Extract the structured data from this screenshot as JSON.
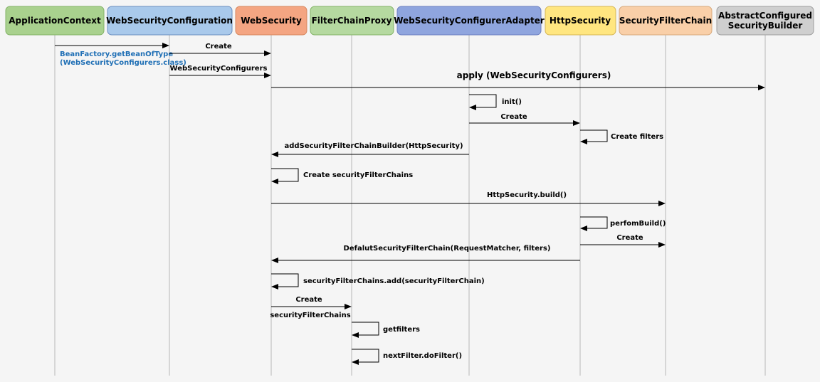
{
  "participants": [
    {
      "id": "ac",
      "lines": [
        "ApplicationContext"
      ],
      "fill": "#a9d18e",
      "stroke": "#82b366"
    },
    {
      "id": "wscf",
      "lines": [
        "WebSecurityConfiguration"
      ],
      "fill": "#a9c9eb",
      "stroke": "#6c8ebf"
    },
    {
      "id": "ws",
      "lines": [
        "WebSecurity"
      ],
      "fill": "#f4a582",
      "stroke": "#d6875f"
    },
    {
      "id": "fcp",
      "lines": [
        "FilterChainProxy"
      ],
      "fill": "#b5d9a0",
      "stroke": "#82b366"
    },
    {
      "id": "wsca",
      "lines": [
        "WebSecurityConfigurerAdapter"
      ],
      "fill": "#8fa5de",
      "stroke": "#6c7fc0"
    },
    {
      "id": "hs",
      "lines": [
        "HttpSecurity"
      ],
      "fill": "#ffe680",
      "stroke": "#d6b656"
    },
    {
      "id": "sfc",
      "lines": [
        "SecurityFilterChain"
      ],
      "fill": "#f9cfa8",
      "stroke": "#d7a97c"
    },
    {
      "id": "acsb",
      "lines": [
        "AbstractConfigured",
        "SecurityBuilder"
      ],
      "fill": "#cfcfcf",
      "stroke": "#9e9e9e"
    }
  ],
  "messages": [
    {
      "from": "ac",
      "to": "wscf",
      "label": [
        "BeanFactory.getBeanOfType",
        "(WebSecurityConfigurers.class)"
      ],
      "style": "blue",
      "labelPos": "below"
    },
    {
      "from": "wscf",
      "to": "ws",
      "label": [
        "Create"
      ]
    },
    {
      "from": "wscf",
      "to": "ws",
      "label": [
        "WebSecurityConfigurers"
      ]
    },
    {
      "from": "ws",
      "to": "acsb",
      "label": [
        "apply (WebSecurityConfigurers)"
      ],
      "style": "big"
    },
    {
      "from": "wsca",
      "to": "wsca",
      "label": [
        "init()"
      ]
    },
    {
      "from": "wsca",
      "to": "hs",
      "label": [
        "Create"
      ]
    },
    {
      "from": "hs",
      "to": "hs",
      "label": [
        "Create filters"
      ]
    },
    {
      "from": "wsca",
      "to": "ws",
      "label": [
        "addSecurityFilterChainBuilder(HttpSecurity)"
      ]
    },
    {
      "from": "ws",
      "to": "ws",
      "label": [
        "Create  securityFilterChains"
      ]
    },
    {
      "from": "ws",
      "to": "sfc",
      "label": [
        "HttpSecurity.build()"
      ]
    },
    {
      "from": "hs",
      "to": "hs",
      "label": [
        "perfomBuild()"
      ]
    },
    {
      "from": "hs",
      "to": "sfc",
      "label": [
        "Create"
      ]
    },
    {
      "from": "hs",
      "to": "ws",
      "label": [
        "DefalutSecurityFilterChain(RequestMatcher, filters)"
      ]
    },
    {
      "from": "ws",
      "to": "ws",
      "label": [
        "securityFilterChains.add(securityFilterChain)"
      ]
    },
    {
      "from": "ws",
      "to": "fcp",
      "label": [
        "Create"
      ],
      "sublabel": "securityFilterChains"
    },
    {
      "from": "fcp",
      "to": "fcp",
      "label": [
        "getfilters"
      ]
    },
    {
      "from": "fcp",
      "to": "fcp",
      "label": [
        "nextFilter.doFilter()"
      ]
    }
  ]
}
